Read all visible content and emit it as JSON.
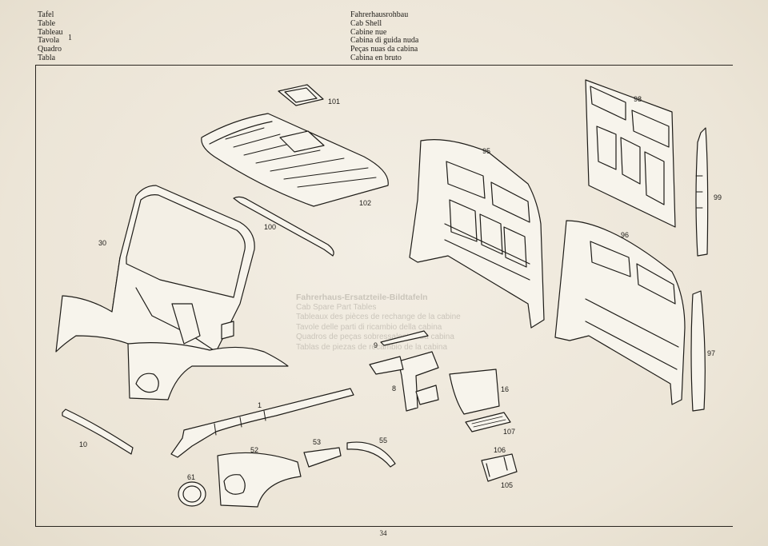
{
  "header": {
    "left_labels": [
      "Tafel",
      "Table",
      "Tableau",
      "Tavola",
      "Quadro",
      "Tabla"
    ],
    "plate_number": "1",
    "right_labels": [
      "Fahrerhausrohbau",
      "Cab Shell",
      "Cabine nue",
      "Cabina di guida nuda",
      "Peças nuas da cabina",
      "Cabina en bruto"
    ]
  },
  "bleed_through": {
    "title": "Fahrerhaus-Ersatzteile-Bildtafeln",
    "lines": [
      "Cab Spare Part Tables",
      "Tableaux des pièces de rechange de la cabine",
      "Tavole delle parti di ricambio della cabina",
      "Quadros de peças sobressalentes da cabina",
      "Tablas de piezas de recambio de la cabina"
    ]
  },
  "callouts": [
    "101",
    "98",
    "95",
    "102",
    "100",
    "30",
    "99",
    "96",
    "9",
    "8",
    "16",
    "97",
    "1",
    "107",
    "10",
    "53",
    "55",
    "52",
    "106",
    "61",
    "105"
  ],
  "footer": {
    "page_number": "34"
  },
  "colors": {
    "paper": "#efe9dd",
    "ink": "#1e1c18",
    "part_fill": "#f7f4ec"
  }
}
